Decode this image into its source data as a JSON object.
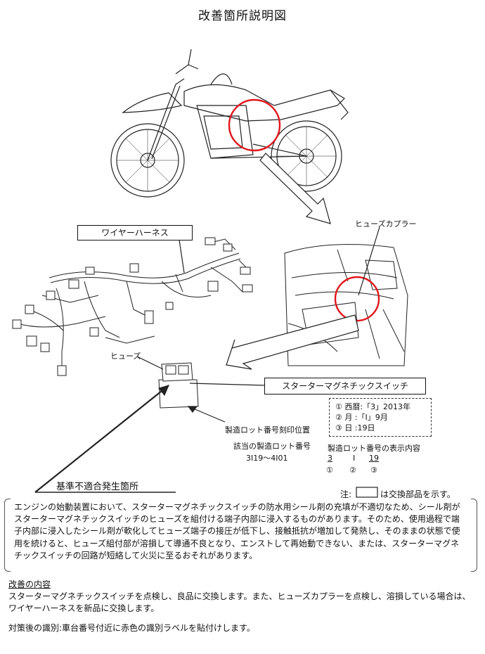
{
  "title": "改善箇所説明図",
  "labels": {
    "wire_harness": "ワイヤーハーネス",
    "fuse_coupler": "ヒューズカプラー",
    "fuse": "ヒューズ",
    "starter_switch": "スターターマグネチックスイッチ",
    "lot_position": "製造ロット番号刻印位置",
    "lot_applicable_title": "該当の製造ロット番号",
    "lot_applicable_range": "3I19～4I01",
    "defect_location": "基準不適合発生箇所"
  },
  "lot_legend": {
    "rows": [
      "① 西暦:「3」2013年",
      "② 月 :「I」9月",
      "③ 日 :19日"
    ],
    "display_title": "製造ロット番号の表示内容",
    "parts": [
      "3",
      "I",
      "19"
    ],
    "markers": [
      "①",
      "②",
      "③"
    ]
  },
  "note": {
    "prefix": "注:",
    "suffix": "は交換部品を示す。"
  },
  "description": "エンジンの始動装置において、スターターマグネチックスイッチの防水用シール剤の充填が不適切なため、シール剤がスターターマグネチックスイッチのヒューズを組付ける端子内部に浸入するものがあります。そのため、使用過程で端子内部に浸入したシール剤が軟化してヒューズ端子の接圧が低下し、接触抵抗が増加して発熱し、そのままの状態で使用を続けると、ヒューズ組付部が溶損して導通不良となり、エンストして再始動できない、または、スターターマグネチックスイッチの回路が短絡して火災に至るおそれがあります。",
  "improvement": {
    "heading": "改善の内容",
    "text": "スターターマグネチックスイッチを点検し、良品に交換します。また、ヒューズカプラーを点検し、溶損している場合は、ワイヤーハーネスを新品に交換します。"
  },
  "identification": "対策後の識別:車台番号付近に赤色の識別ラベルを貼付けします。",
  "colors": {
    "highlight_circle": "#e0161b",
    "line": "#222222"
  }
}
